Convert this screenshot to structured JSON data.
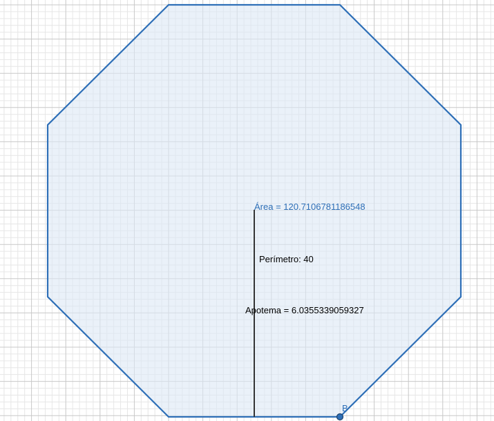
{
  "diagram": {
    "area_label": "Área = 120.7106781186548",
    "perimeter_label": "Perímetro: 40",
    "apothem_label": "Apotema = 6.0355339059327",
    "point_label": "B"
  },
  "colors": {
    "polygon_stroke": "#2e6fb7",
    "polygon_fill": "#dce7f5",
    "apothem_segment": "#333333",
    "area_text": "#2e6fb7",
    "plain_text": "#000000",
    "point_fill": "#2e6fb7",
    "point_stroke": "#1a3f6b",
    "grid_major": "#c8c8c8",
    "grid_minor": "#e6e6e6"
  }
}
